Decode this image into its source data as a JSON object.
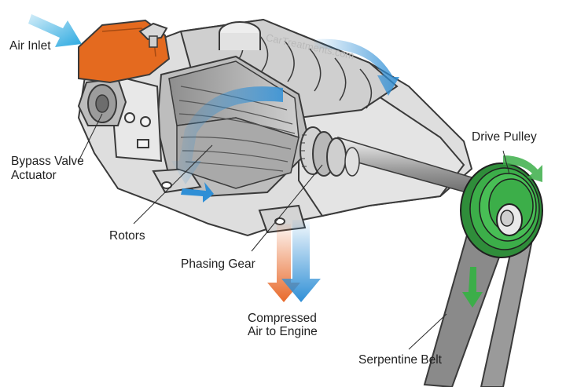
{
  "labels": {
    "air_inlet": "Air Inlet",
    "bypass_line1": "Bypass Valve",
    "bypass_line2": "Actuator",
    "rotors": "Rotors",
    "phasing_gear": "Phasing Gear",
    "compressed_line1": "Compressed",
    "compressed_line2": "Air to Engine",
    "drive_pulley": "Drive Pulley",
    "serpentine_belt": "Serpentine Belt"
  },
  "watermark": "CarTreatments.com",
  "colors": {
    "inlet_arrow": "#29a8e0",
    "flow_blue": "#2f8fd6",
    "hot_orange": "#e8692a",
    "cap_orange": "#e46a1f",
    "pulley_green": "#3cae49",
    "body_gray": "#d9d9d9",
    "outline": "#3a3a3a",
    "belt": "#7a7a7a"
  }
}
